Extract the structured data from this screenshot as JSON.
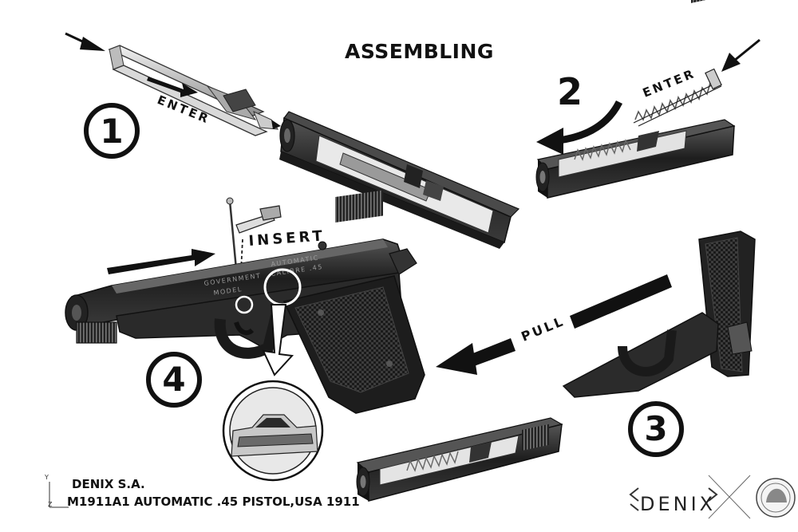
{
  "header": {
    "title": "ASSEMBLING"
  },
  "steps": [
    {
      "number": "1",
      "action": "ENTER"
    },
    {
      "number": "2",
      "action": "ENTER"
    },
    {
      "number": "3",
      "action": "PULL"
    },
    {
      "number": "4",
      "action": "INSERT"
    }
  ],
  "gun_engraving": {
    "line1": "GOVERNMENT",
    "line2": "MODEL",
    "line3": "AUTOMATIC",
    "line4": "CALIBRE .45"
  },
  "footer": {
    "company": "DENIX S.A.",
    "model": "M1911A1 AUTOMATIC .45 PISTOL,USA 1911",
    "brand": "DENIX",
    "axis_y": "Y",
    "axis_z": "Z"
  },
  "colors": {
    "ink": "#111111",
    "metal": "#2a2a2a",
    "paper": "#ffffff",
    "grey": "#9a9a9a"
  }
}
